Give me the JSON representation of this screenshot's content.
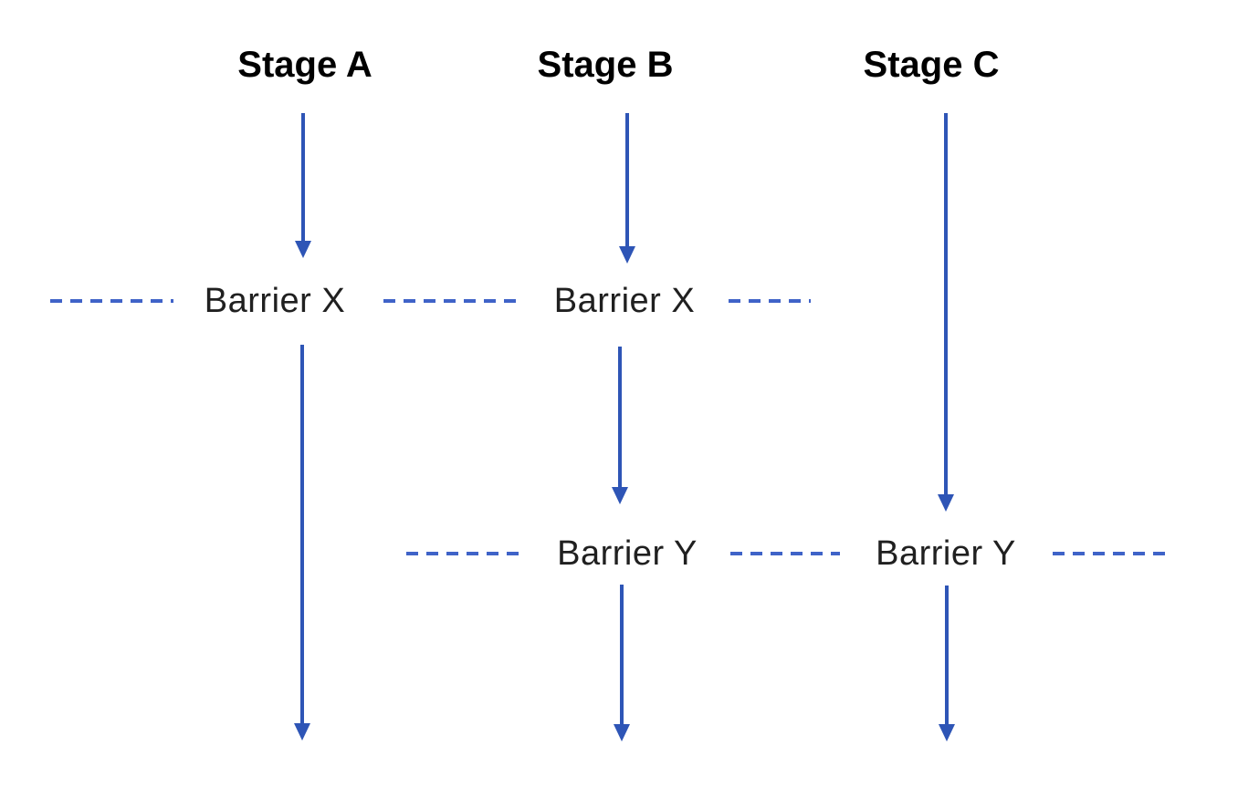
{
  "diagram": {
    "stages": [
      {
        "label": "Stage A"
      },
      {
        "label": "Stage B"
      },
      {
        "label": "Stage C"
      }
    ],
    "barriers": [
      {
        "name": "Barrier X",
        "instances": [
          "Barrier X",
          "Barrier X"
        ]
      },
      {
        "name": "Barrier Y",
        "instances": [
          "Barrier Y",
          "Barrier Y"
        ]
      }
    ],
    "colors": {
      "arrow": "#2e55b6",
      "dash": "#3f63c8",
      "heading_text": "#000000",
      "label_text": "#202020",
      "background": "#ffffff"
    }
  }
}
